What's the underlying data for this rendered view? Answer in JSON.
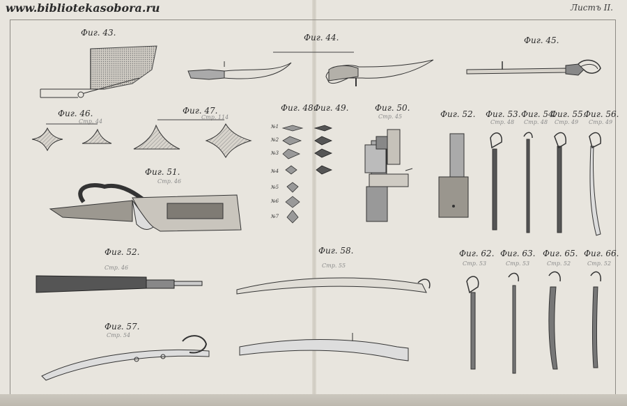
{
  "header": {
    "watermark": "www.bibliotekasobora.ru",
    "sheet_label": "Листъ II."
  },
  "figures": {
    "f43": "Фиг. 43.",
    "f44": "Фиг. 44.",
    "f45": "Фиг. 45.",
    "f46": "Фиг. 46.",
    "f47": "Фиг. 47.",
    "f48": "Фиг. 48.",
    "f49": "Фиг. 49.",
    "f50": "Фиг. 50.",
    "f51": "Фиг. 51.",
    "f52a": "Фиг. 52.",
    "f52b": "Фиг. 52.",
    "f53": "Фиг. 53.",
    "f54": "Фиг. 54.",
    "f55": "Фиг. 55.",
    "f56": "Фиг. 56.",
    "f57": "Фиг. 57.",
    "f58": "Фиг. 58.",
    "f62": "Фиг. 62.",
    "f63": "Фиг. 63.",
    "f65": "Фиг. 65.",
    "f66": "Фиг. 66."
  },
  "refs": {
    "r46": "Стр. 44",
    "r47": "Стр. 114",
    "r50": "Стр. 45",
    "r51": "Стр. 46",
    "r52": "Стр. 46",
    "r53": "Стр. 48",
    "r54": "Стр. 48",
    "r55": "Стр. 49",
    "r56": "Стр. 49",
    "r57": "Стр. 54",
    "r58": "Стр. 55",
    "r62": "Стр. 53",
    "r63": "Стр. 53",
    "r65": "Стр. 52",
    "r66": "Стр. 52"
  },
  "fig48_rows": [
    "№1",
    "№2",
    "№3",
    "№4",
    "№5",
    "№6",
    "№7"
  ]
}
